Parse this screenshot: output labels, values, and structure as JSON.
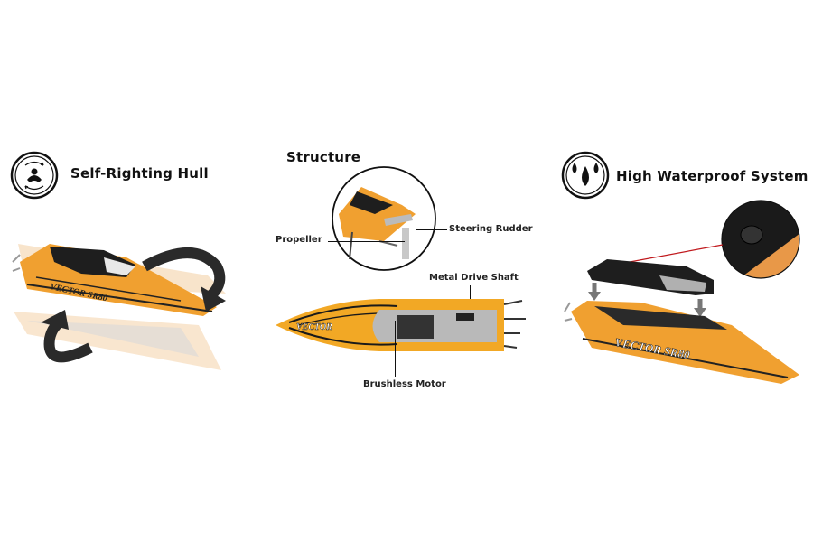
{
  "features": [
    {
      "id": "self-righting",
      "title": "Self-Righting Hull",
      "icon": "self-righting-icon"
    },
    {
      "id": "structure",
      "title": "Structure"
    },
    {
      "id": "waterproof",
      "title": "High Waterproof System",
      "icon": "water-drops-icon"
    }
  ],
  "structure_callouts": {
    "propeller": "Propeller",
    "steering_rudder": "Steering Rudder",
    "metal_drive_shaft": "Metal Drive Shaft",
    "brushless_motor": "Brushless Motor"
  },
  "boat_decals": {
    "brand": "VECTOR",
    "model": "VECTOR SR80"
  },
  "colors": {
    "hull_orange": "#f0a030",
    "canopy_black": "#1e1e1e",
    "arrow_dark": "#2a2a2a",
    "callout_line_red": "#c0181c"
  }
}
